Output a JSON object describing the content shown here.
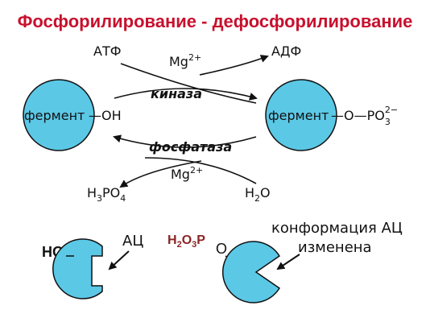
{
  "title": "Фосфорилирование - дефосфорилирование",
  "top_reaction": {
    "reactant": "АТФ",
    "product": "АДФ",
    "cofactor_base": "Mg",
    "cofactor_charge": "2+",
    "enzyme": "киназа"
  },
  "bottom_reaction": {
    "reactant": "H",
    "reactant_sub1": "2",
    "reactant_o": "O",
    "product_h": "H",
    "product_sub1": "3",
    "product_p": "PO",
    "product_sub2": "4",
    "cofactor_base": "Mg",
    "cofactor_charge": "2+",
    "enzyme": "фосфатаза"
  },
  "left_enzyme": {
    "label": "фермент",
    "group": "—OH"
  },
  "right_enzyme": {
    "label": "фермент",
    "group": "—O—PO",
    "group_sub": "3",
    "group_charge": "2−"
  },
  "bottom_left": {
    "group": "HO",
    "site_label": "АЦ"
  },
  "bottom_right": {
    "group_h": "H",
    "group_h_sub": "2",
    "group_o": "O",
    "group_o_sub": "3",
    "group_p": "P",
    "link": "O",
    "note_line1": "конформация АЦ",
    "note_line2": "изменена"
  },
  "colors": {
    "title": "#c8102e",
    "enzyme_fill": "#5bc8e6",
    "stroke": "#111111"
  }
}
